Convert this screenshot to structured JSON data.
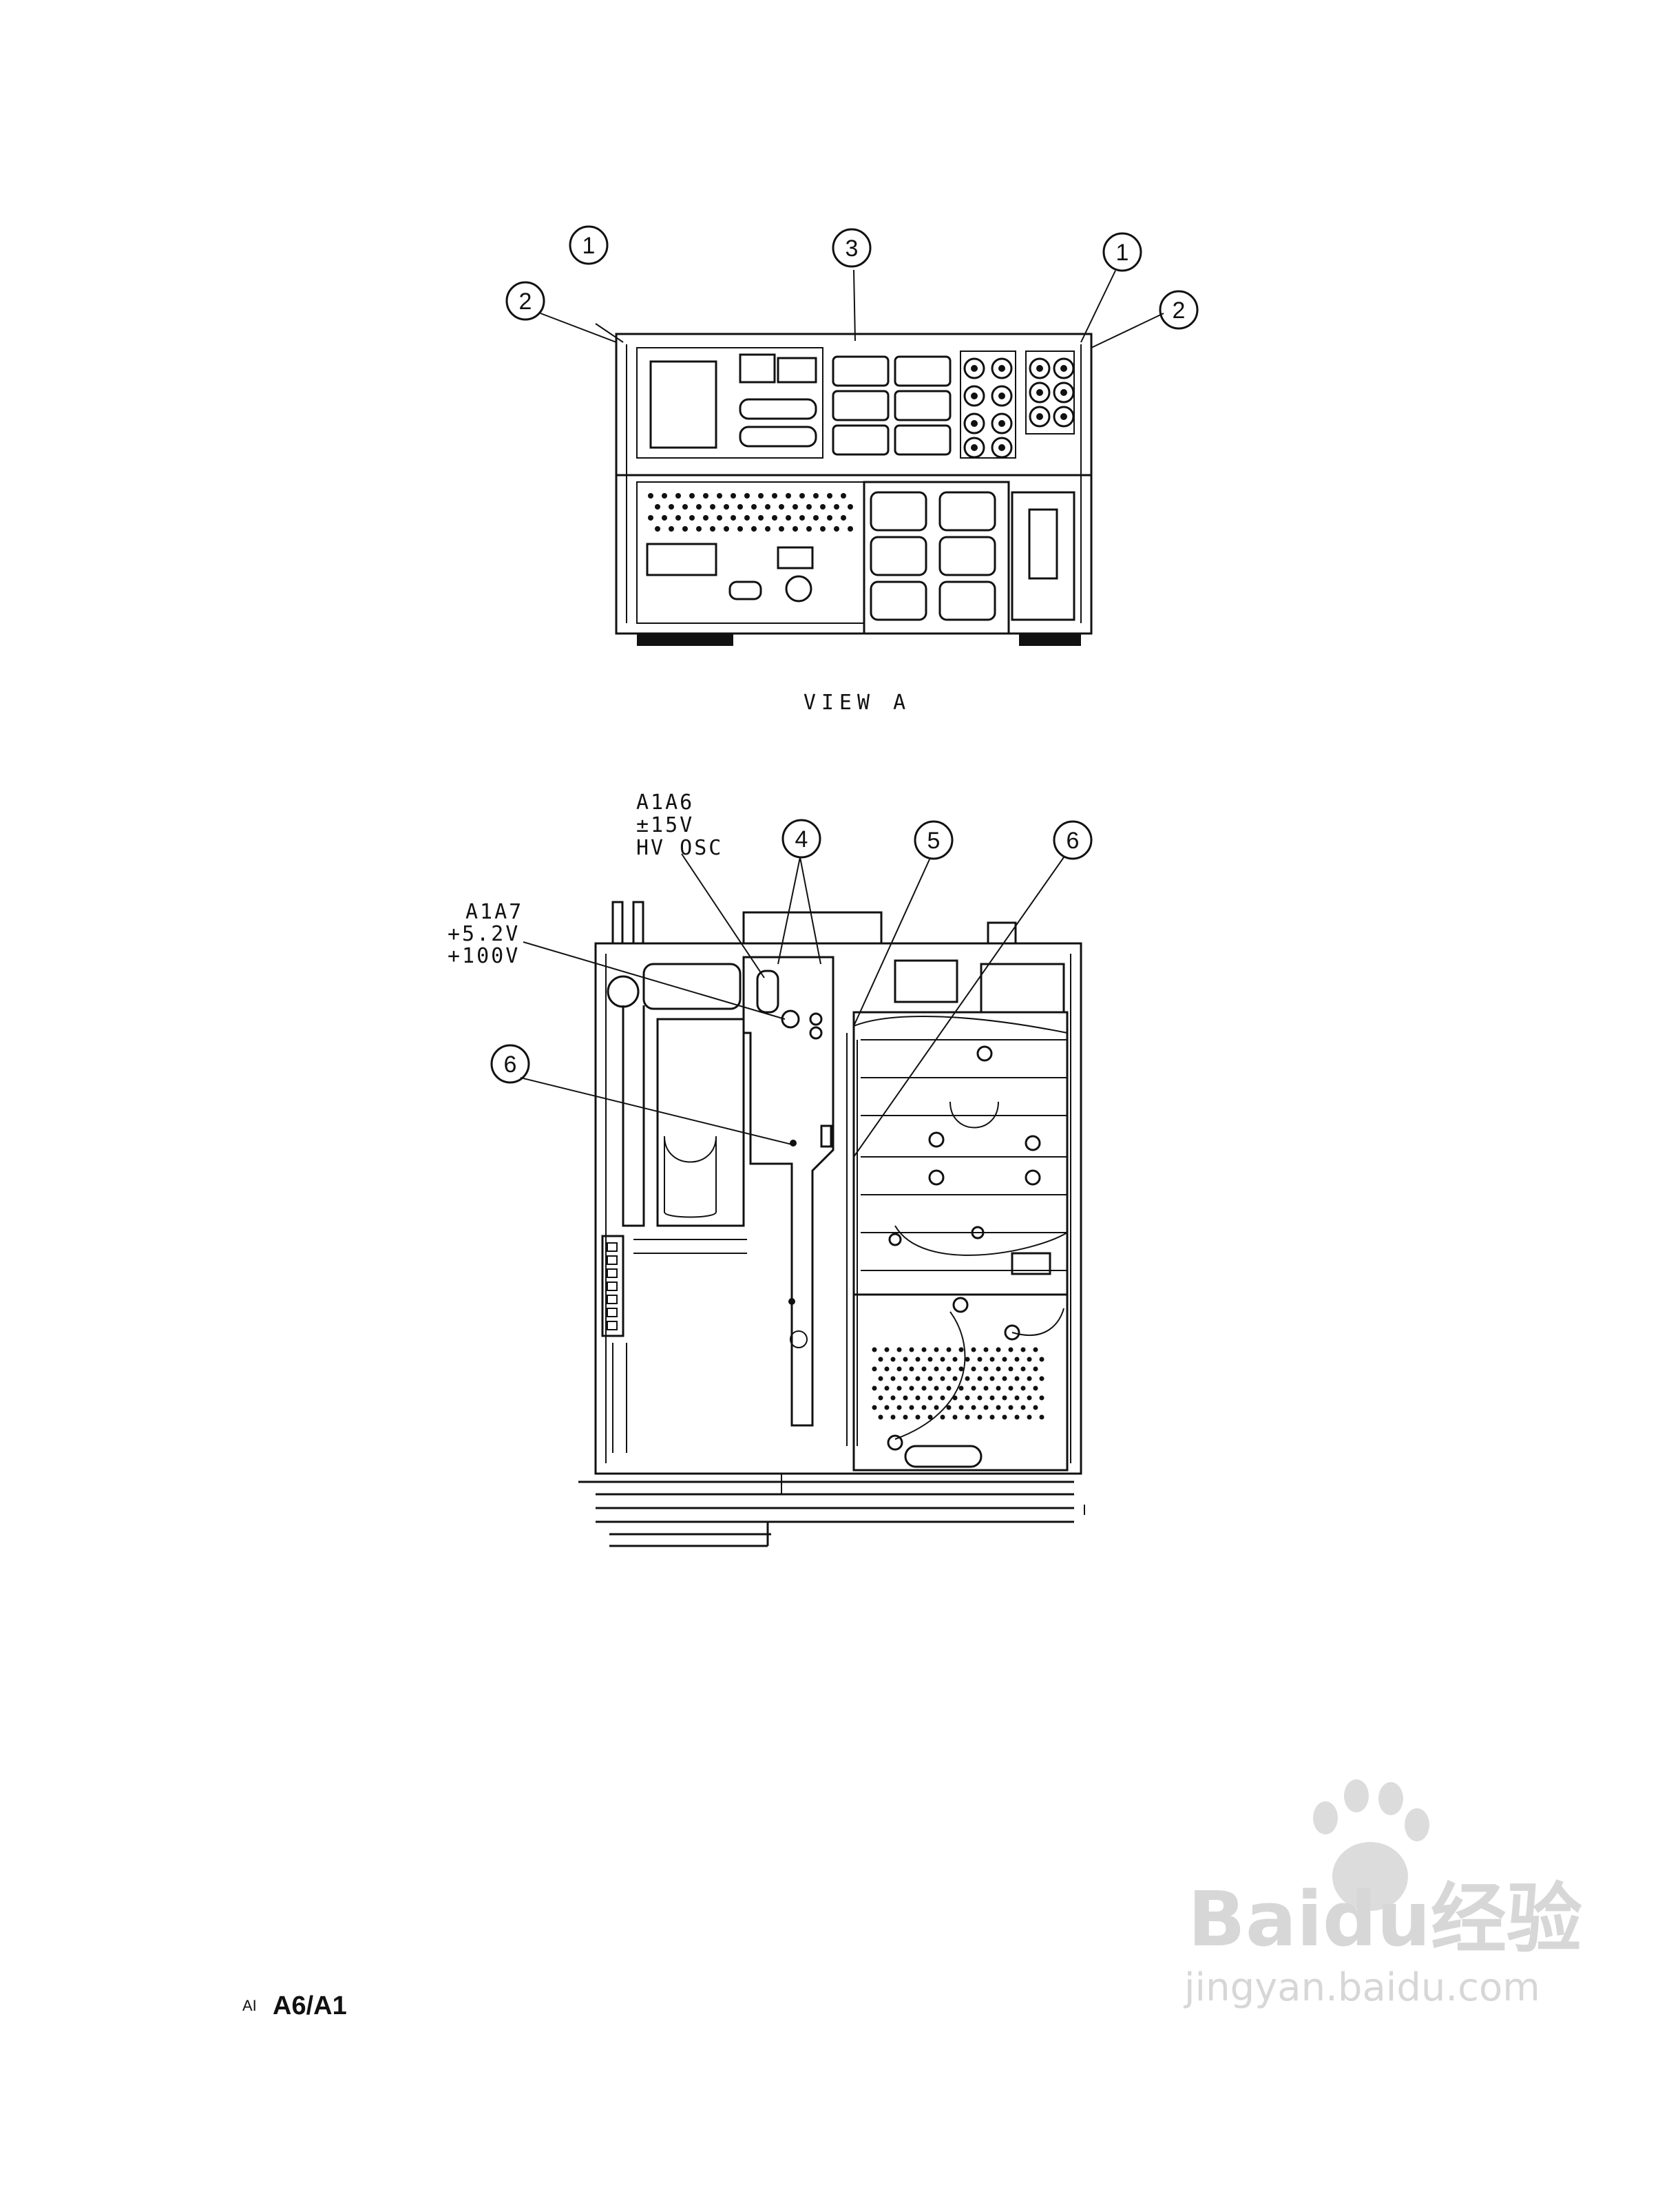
{
  "view_a": {
    "caption": "VIEW A",
    "callouts": [
      "1",
      "2",
      "3",
      "1",
      "2"
    ]
  },
  "view_b": {
    "labels": {
      "a1a6": [
        "A1A6",
        "±15V",
        "HV OSC"
      ],
      "a1a7": [
        "A1A7",
        "+5.2V",
        "+100V"
      ]
    },
    "callouts": [
      "4",
      "5",
      "6",
      "6"
    ]
  },
  "footer": {
    "prefix": "AI",
    "page_ref": "A6/A1"
  },
  "watermark": {
    "brand": "Baidu经验",
    "url": "jingyan.baidu.com"
  }
}
